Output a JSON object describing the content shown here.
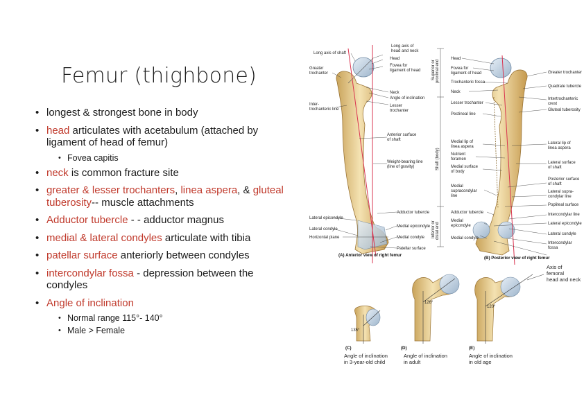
{
  "slide": {
    "title": "Femur (thighbone)",
    "bullets": [
      {
        "parts": [
          {
            "t": "longest & strongest bone in body",
            "r": false
          }
        ]
      },
      {
        "parts": [
          {
            "t": "head",
            "r": true
          },
          {
            "t": " articulates with acetabulum (attached by ligament of head of femur)",
            "r": false
          }
        ]
      },
      {
        "sub": "Fovea capitis"
      },
      {
        "parts": [
          {
            "t": "neck",
            "r": true
          },
          {
            "t": " is common fracture site",
            "r": false
          }
        ]
      },
      {
        "parts": [
          {
            "t": "greater & lesser trochanters",
            "r": true
          },
          {
            "t": ", ",
            "r": false
          },
          {
            "t": "linea aspera",
            "r": true
          },
          {
            "t": ", & ",
            "r": false
          },
          {
            "t": "gluteal tuberosity",
            "r": true
          },
          {
            "t": "-- muscle attachments",
            "r": false
          }
        ]
      },
      {
        "parts": [
          {
            "t": "Adductor tubercle",
            "r": true
          },
          {
            "t": " - - adductor magnus",
            "r": false
          }
        ]
      },
      {
        "parts": [
          {
            "t": "medial & lateral condyles",
            "r": true
          },
          {
            "t": " articulate with tibia",
            "r": false
          }
        ]
      },
      {
        "parts": [
          {
            "t": "patellar surface",
            "r": true
          },
          {
            "t": " anteriorly between condyles",
            "r": false
          }
        ]
      },
      {
        "parts": [
          {
            "t": "intercondylar fossa",
            "r": true
          },
          {
            "t": " - depression between the condyles",
            "r": false
          }
        ]
      },
      {
        "parts": [
          {
            "t": "Angle of inclination",
            "r": true
          }
        ]
      },
      {
        "sub": "Normal range 115°- 140°"
      },
      {
        "sub": "Male > Female"
      }
    ]
  },
  "figure": {
    "anterior_labels": {
      "long_axis_shaft": "Long axis of shaft",
      "long_axis_head_neck_1": "Long axis of",
      "long_axis_head_neck_2": "head and neck",
      "head": "Head",
      "fovea_1": "Fovea for",
      "fovea_2": "ligament of head",
      "greater_troch_1": "Greater",
      "greater_troch_2": "trochanter",
      "neck": "Neck",
      "angle_incl": "Angle of inclination",
      "lesser_troch_1": "Lesser",
      "lesser_troch_2": "trochanter",
      "intertroch_line_1": "Inter-",
      "intertroch_line_2": "trochanteric line",
      "ant_surface_1": "Anterior surface",
      "ant_surface_2": "of shaft",
      "weight_line_1": "Weight-bearing line",
      "weight_line_2": "(line of gravity)",
      "adductor_tubercle": "Adductor tubercle",
      "lat_epicondyle": "Lateral epicondyle",
      "med_epicondyle": "Medial epicondyle",
      "lat_condyle": "Lateral condyle",
      "med_condyle": "Medial condyle",
      "horiz_plane": "Horizontal plane",
      "patellar_surface": "Patellar surface",
      "caption": "(A) Anterior view of right femur"
    },
    "region_labels": {
      "superior": "Superior or",
      "proximal": "proximal end",
      "shaft": "Shaft (body)",
      "inferior": "Inferior or",
      "distal": "distal end"
    },
    "posterior_labels": {
      "head": "Head",
      "fovea_1": "Fovea for",
      "fovea_2": "ligament of head",
      "troch_fossa": "Trochanteric fossa",
      "neck": "Neck",
      "lesser_troch": "Lesser trochanter",
      "pectineal": "Pectineal line",
      "greater_troch": "Greater trochanter",
      "quadrate": "Quadrate tubercle",
      "intertroch_crest_1": "Intertrochanteric",
      "intertroch_crest_2": "crest",
      "gluteal_tub": "Gluteal tuberosity",
      "medial_lip_1": "Medial lip of",
      "medial_lip_2": "linea aspera",
      "nutrient_1": "Nutrient",
      "nutrient_2": "foramen",
      "medial_surface_1": "Medial surface",
      "medial_surface_2": "of body",
      "lateral_lip_1": "Lateral lip of",
      "lateral_lip_2": "linea aspera",
      "lateral_surface_1": "Lateral surface",
      "lateral_surface_2": "of shaft",
      "med_supracond_1": "Medial",
      "med_supracond_2": "supracondylar",
      "med_supracond_3": "line",
      "post_surface_1": "Posterior surface",
      "post_surface_2": "of shaft",
      "lat_supracond_1": "Lateral supra-",
      "lat_supracond_2": "condylar line",
      "popliteal": "Popliteal surface",
      "adductor_tubercle": "Adductor tubercle",
      "medial_epicondyle_1": "Medial",
      "medial_epicondyle_2": "epicondyle",
      "intercond_line": "Intercondylar line",
      "lat_epicondyle": "Lateral epicondyle",
      "medial_condyle": "Medial condyle",
      "lat_condyle": "Lateral condyle",
      "intercond_fossa_1": "Intercondylar",
      "intercond_fossa_2": "fossa",
      "caption": "(B) Posterior view of right femur"
    },
    "angles": {
      "axis_label_1": "Axis of",
      "axis_label_2": "femoral",
      "axis_label_3": "head and neck",
      "c_angle": "135°",
      "d_angle": "126°",
      "e_angle": "120°",
      "c_letter": "(C)",
      "d_letter": "(D)",
      "e_letter": "(E)",
      "c_cap_1": "Angle of inclination",
      "c_cap_2": "in 3-year-old child",
      "d_cap_1": "Angle of inclination",
      "d_cap_2": "in adult",
      "e_cap_1": "Angle of inclination",
      "e_cap_2": "in old age"
    }
  }
}
